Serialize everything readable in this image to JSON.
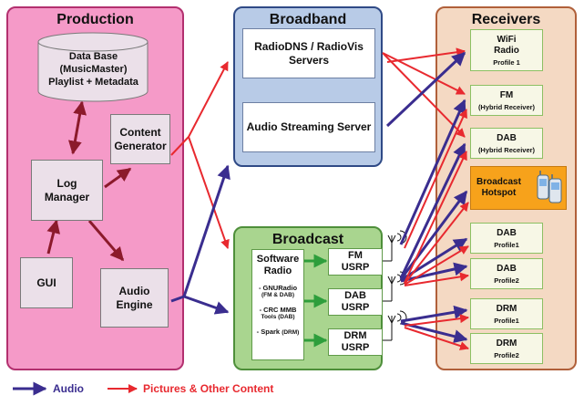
{
  "colors": {
    "audio": "#3a2d8f",
    "content": "#e8292f",
    "production_link": "#8b1a2b",
    "broadcast_link": "#2e9e3c",
    "production_bg": "#f59ac8",
    "broadband_bg": "#b8cbe7",
    "broadcast_bg": "#a9d58f",
    "receivers_bg": "#f4d9c3"
  },
  "production": {
    "title": "Production",
    "database": [
      "Data Base",
      "(MusicMaster)",
      "Playlist + Metadata"
    ],
    "content_generator": [
      "Content",
      "Generator"
    ],
    "log_manager": [
      "Log",
      "Manager"
    ],
    "gui": "GUI",
    "audio_engine": [
      "Audio",
      "Engine"
    ]
  },
  "broadband": {
    "title": "Broadband",
    "radiodns": [
      "RadioDNS / RadioVis",
      "Servers"
    ],
    "streaming": "Audio Streaming Server"
  },
  "broadcast": {
    "title": "Broadcast",
    "software_radio": [
      "Software",
      "Radio"
    ],
    "sdr_items": [
      {
        "line1": "- GNURadio",
        "line2": "(FM & DAB)"
      },
      {
        "line1": "- CRC MMB",
        "line2": "Tools (DAB)"
      },
      {
        "line1": "- Spark",
        "line2": "(DRM)"
      }
    ],
    "usrp": [
      {
        "name": "FM",
        "sub": "USRP"
      },
      {
        "name": "DAB",
        "sub": "USRP"
      },
      {
        "name": "DRM",
        "sub": "USRP"
      }
    ]
  },
  "receivers": {
    "title": "Receivers",
    "items": [
      {
        "name": "WiFi\nRadio",
        "sub": "Profile 1"
      },
      {
        "name": "FM",
        "sub": "(Hybrid Receiver)"
      },
      {
        "name": "DAB",
        "sub": "(Hybrid Receiver)"
      },
      {
        "name": "Broadcast\nHotspot",
        "sub": ""
      },
      {
        "name": "DAB",
        "sub": "Profile1"
      },
      {
        "name": "DAB",
        "sub": "Profile2"
      },
      {
        "name": "DRM",
        "sub": "Profile1"
      },
      {
        "name": "DRM",
        "sub": "Profile2"
      }
    ]
  },
  "legend": {
    "audio": "Audio",
    "content": "Pictures & Other Content"
  }
}
